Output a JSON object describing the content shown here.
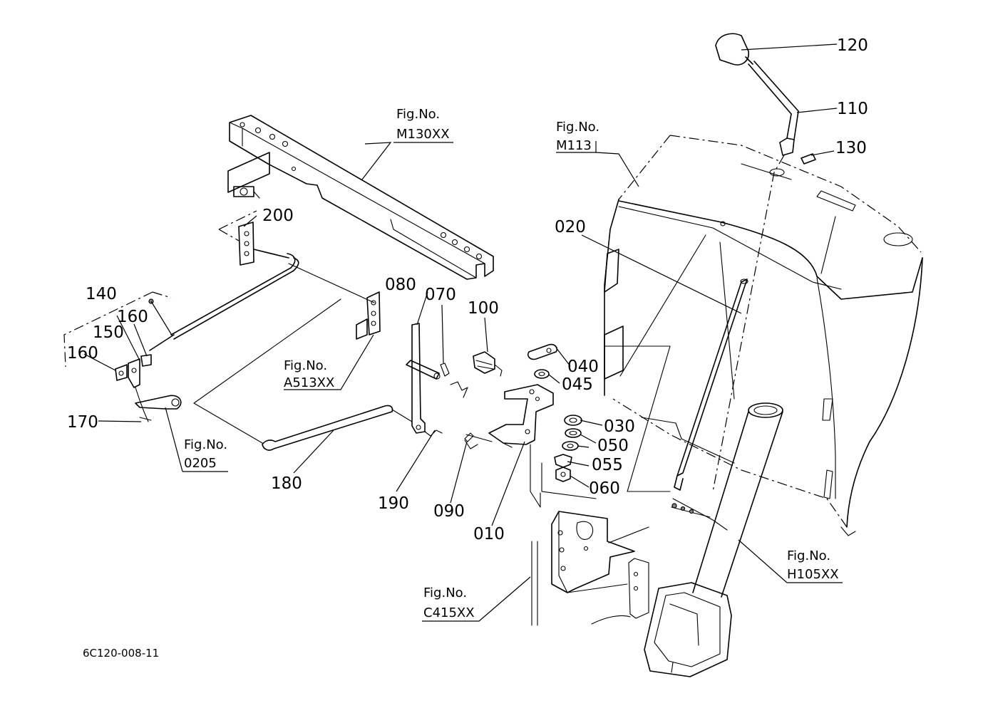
{
  "part_numbers": {
    "p010": "010",
    "p020": "020",
    "p030": "030",
    "p040": "040",
    "p045": "045",
    "p050": "050",
    "p055": "055",
    "p060": "060",
    "p070": "070",
    "p080": "080",
    "p090": "090",
    "p100": "100",
    "p110": "110",
    "p120": "120",
    "p130": "130",
    "p140": "140",
    "p150": "150",
    "p160a": "160",
    "p160b": "160",
    "p170": "170",
    "p180": "180",
    "p190": "190",
    "p200": "200"
  },
  "figure_refs": {
    "m130xx": {
      "label": "Fig.No.",
      "code": "M130XX"
    },
    "m113": {
      "label": "Fig.No.",
      "code": "M113"
    },
    "a513xx": {
      "label": "Fig.No.",
      "code": "A513XX"
    },
    "f0205": {
      "label": "Fig.No.",
      "code": "0205"
    },
    "c415xx": {
      "label": "Fig.No.",
      "code": "C415XX"
    },
    "h105xx": {
      "label": "Fig.No.",
      "code": "H105XX"
    }
  },
  "drawing_code": "6C120-008-11"
}
